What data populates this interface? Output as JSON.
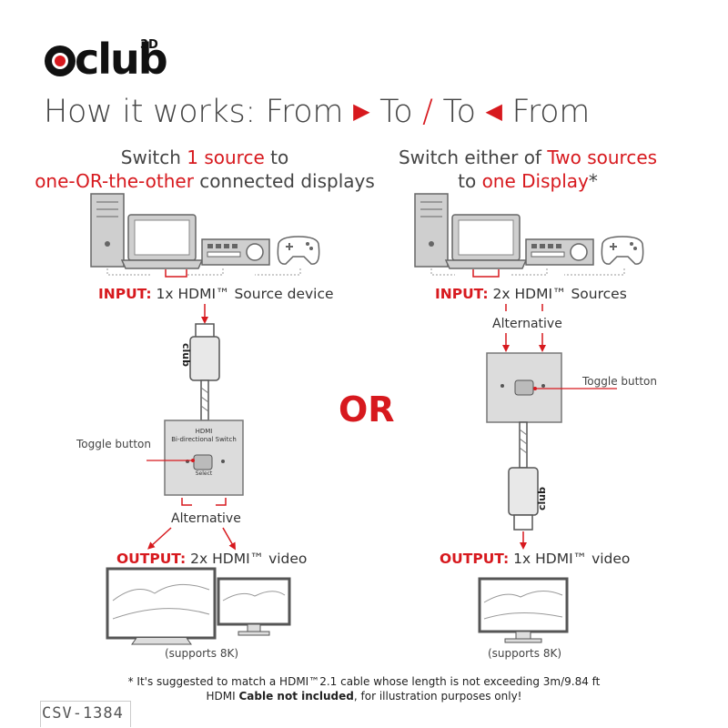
{
  "brand": {
    "logo_text": "club",
    "logo_sup": "3D"
  },
  "headline": {
    "part1": "How it works: From",
    "arrow_right": "▶",
    "part2": "To",
    "slash": "/",
    "part3": "To",
    "arrow_left": "◀",
    "part4": "From"
  },
  "left": {
    "subtitle_a": "Switch ",
    "subtitle_b": "1 source",
    "subtitle_c": " to",
    "subtitle_d": "one-OR-the-other",
    "subtitle_e": " connected displays",
    "input_label": "INPUT:",
    "input_text": " 1x HDMI™ Source device",
    "switch_title": "HDMI",
    "switch_subtitle": "Bi-directional Switch",
    "select": "Select",
    "toggle_label": "Toggle button",
    "alternative": "Alternative",
    "output_label": "OUTPUT:",
    "output_text": " 2x HDMI™ video",
    "supports": "(supports 8K)"
  },
  "right": {
    "subtitle_a": "Switch either of ",
    "subtitle_b": "Two sources",
    "subtitle_c": "to ",
    "subtitle_d": "one Display",
    "subtitle_e": "*",
    "input_label": "INPUT:",
    "input_text": " 2x HDMI™ Sources",
    "alternative": "Alternative",
    "toggle_label": "Toggle button",
    "output_label": "OUTPUT:",
    "output_text": " 1x HDMI™ video",
    "supports": "(supports 8K)"
  },
  "or_text": "OR",
  "cable_logo": "club",
  "footnote": {
    "line1": "*  It's suggested to match a HDMI™2.1 cable whose length is not exceeding 3m/9.84 ft",
    "line2a": "HDMI ",
    "line2b": "Cable not included",
    "line2c": ", for illustration purposes only!"
  },
  "sku": "CSV-1384",
  "colors": {
    "accent": "#d7191e",
    "device_gray": "#d9d9d9",
    "outline": "#555555"
  }
}
